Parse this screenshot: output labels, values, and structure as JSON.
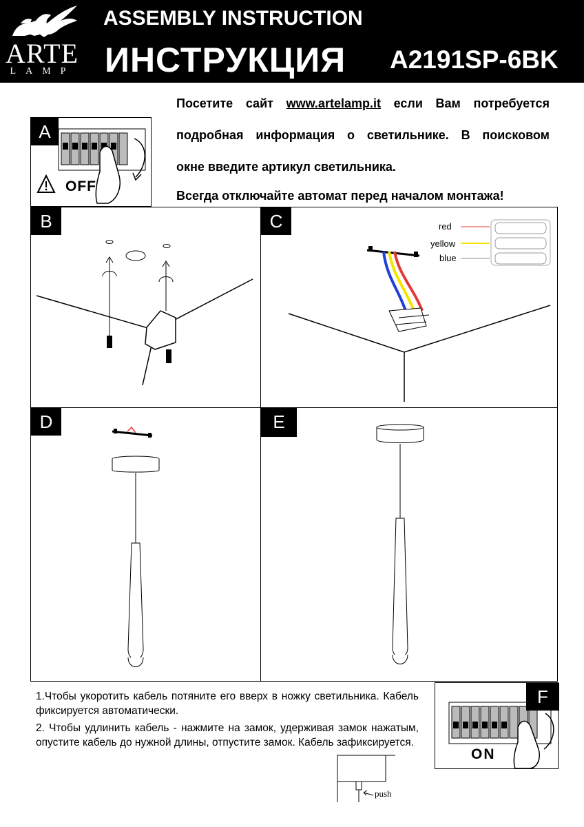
{
  "header": {
    "logo_text": "ARTE",
    "logo_sub": "LAMP",
    "title_en": "ASSEMBLY INSTRUCTION",
    "title_ru": "ИНСТРУКЦИЯ",
    "model": "A2191SP-6BK"
  },
  "intro": {
    "line1_prefix": "Посетите сайт ",
    "link": "www.artelamp.it",
    "line1_suffix": " если Вам потребуется",
    "line2": "подробная информация о светильнике. В поисковом",
    "line3": "окне введите артикул светильника.",
    "warning": "Всегда отключайте автомат перед началом монтажа!"
  },
  "steps": {
    "a": {
      "tag": "A",
      "state": "OFF"
    },
    "b": {
      "tag": "B"
    },
    "c": {
      "tag": "C",
      "wires": [
        "red",
        "yellow",
        "blue"
      ]
    },
    "d": {
      "tag": "D"
    },
    "e": {
      "tag": "E"
    },
    "f": {
      "tag": "F",
      "state": "ON"
    }
  },
  "notes": {
    "note1": "1.Чтобы укоротить кабель потяните его вверх в ножку светильника. Кабель фиксируется автоматически.",
    "note2": "2. Чтобы удлинить кабель - нажмите на замок, удерживая замок нажатым, опустите кабель до нужной длины, отпустите замок. Кабель зафиксируется.",
    "push_label": "push"
  },
  "colors": {
    "red": "#e53935",
    "yellow": "#f5e400",
    "blue": "#1e3fd8",
    "black": "#000000"
  }
}
